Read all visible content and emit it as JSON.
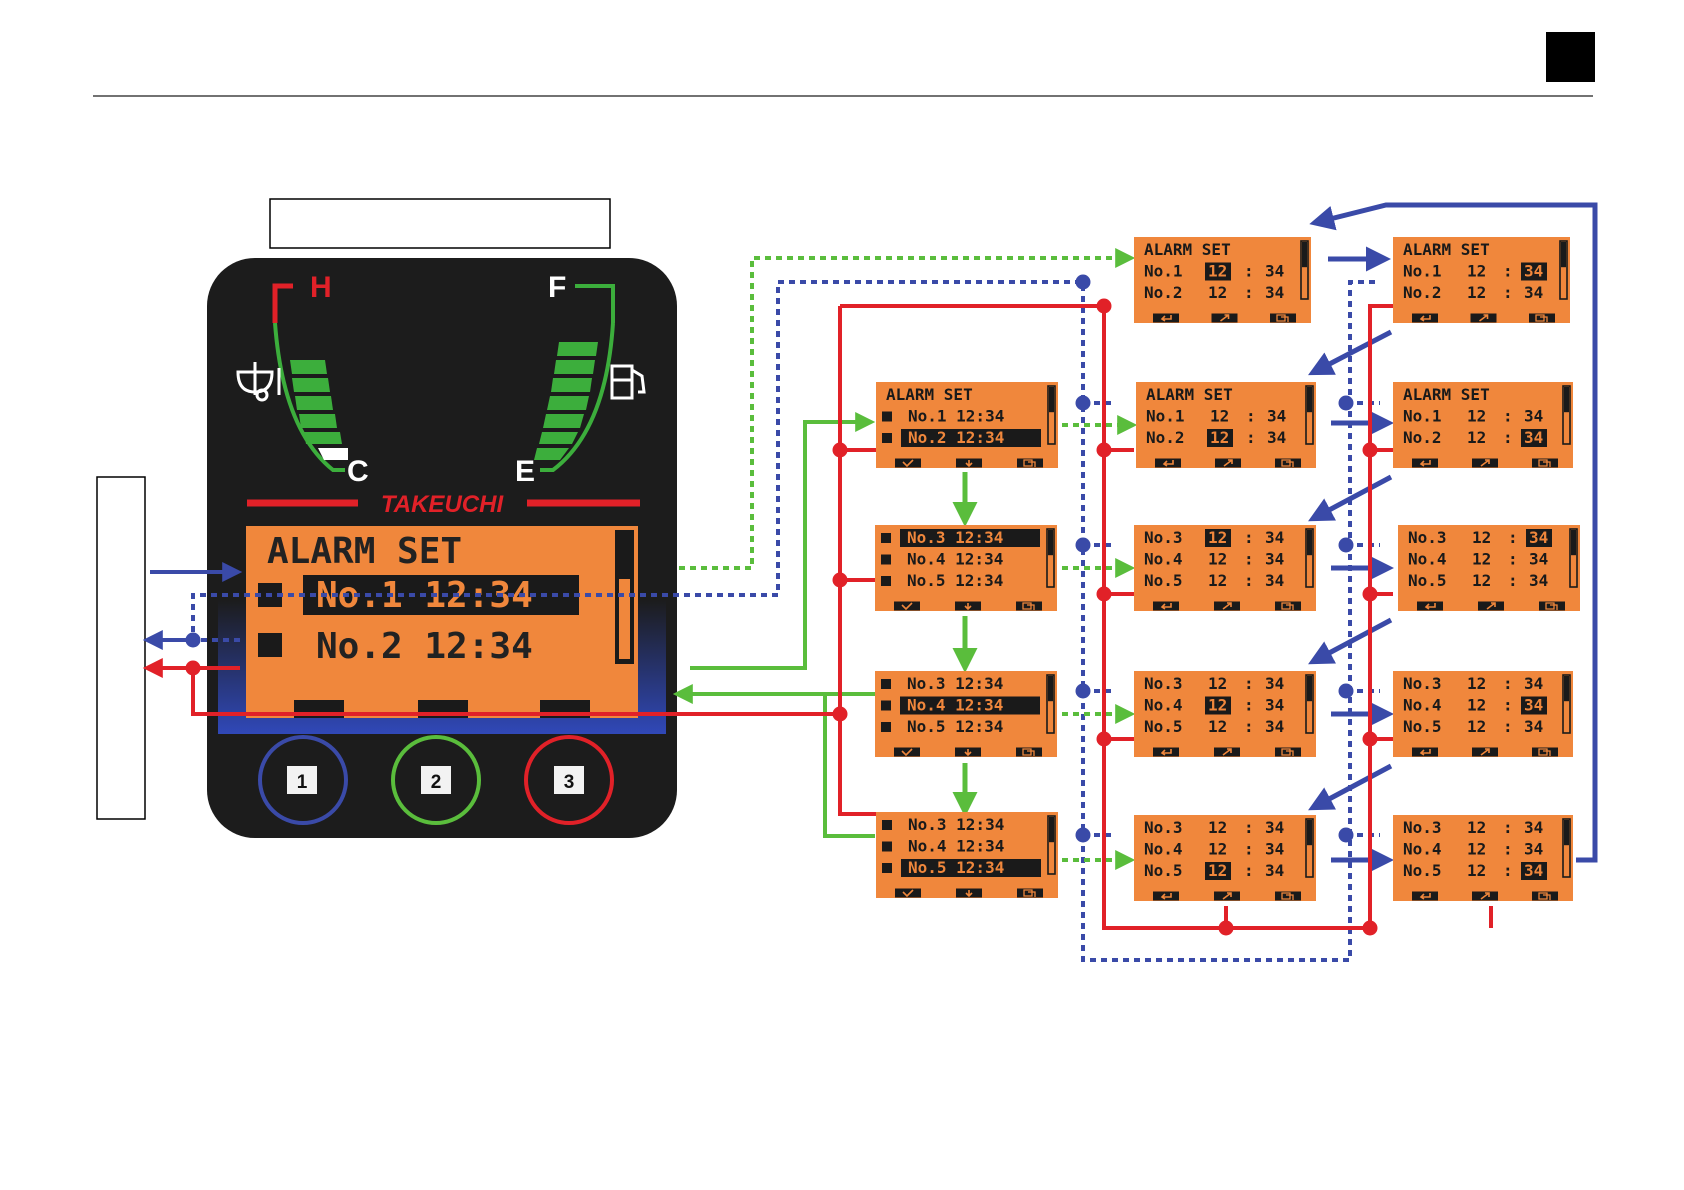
{
  "page": {
    "section_tab": "",
    "header_caption": "",
    "side_caption": ""
  },
  "colors": {
    "orange": "#f0873c",
    "panel_dark": "#1c1c1c",
    "red": "#e12128",
    "green": "#5abd3c",
    "blue": "#3a4aa8",
    "gauge_green": "#3cae3c"
  },
  "monitor": {
    "temp_high": "H",
    "temp_low": "C",
    "fuel_full": "F",
    "fuel_empty": "E",
    "brand": "TAKEUCHI",
    "lcd": {
      "title": "ALARM SET",
      "rows": [
        {
          "label": "No.1 12:34",
          "selected": true
        },
        {
          "label": "No.2 12:34",
          "selected": false
        }
      ]
    },
    "buttons": [
      {
        "number": "1",
        "color": "blue"
      },
      {
        "number": "2",
        "color": "green"
      },
      {
        "number": "3",
        "color": "red"
      }
    ]
  },
  "screens": [
    {
      "id": "a1",
      "title": "ALARM SET",
      "rows": [
        [
          "No.1",
          "12",
          ":",
          "34"
        ],
        [
          "No.2",
          "12",
          ":",
          "34"
        ]
      ],
      "hl": [
        0,
        1
      ],
      "icons": [
        "return-icon",
        "edit-icon",
        "menu-icon"
      ]
    },
    {
      "id": "a2",
      "title": "ALARM SET",
      "rows": [
        [
          "No.1",
          "12",
          ":",
          "34"
        ],
        [
          "No.2",
          "12",
          ":",
          "34"
        ]
      ],
      "hl": [
        0,
        3
      ],
      "icons": [
        "return-icon",
        "edit-icon",
        "menu-icon"
      ]
    },
    {
      "id": "l1",
      "title": "ALARM SET",
      "list": [
        "No.1 12:34",
        "No.2 12:34"
      ],
      "hl": 1,
      "icons": [
        "check-icon",
        "down-icon",
        "menu-icon"
      ]
    },
    {
      "id": "b1",
      "title": "ALARM SET",
      "rows": [
        [
          "No.1",
          "12",
          ":",
          "34"
        ],
        [
          "No.2",
          "12",
          ":",
          "34"
        ]
      ],
      "hl": [
        1,
        1
      ],
      "icons": [
        "return-icon",
        "edit-icon",
        "menu-icon"
      ]
    },
    {
      "id": "b2",
      "title": "ALARM SET",
      "rows": [
        [
          "No.1",
          "12",
          ":",
          "34"
        ],
        [
          "No.2",
          "12",
          ":",
          "34"
        ]
      ],
      "hl": [
        1,
        3
      ],
      "icons": [
        "return-icon",
        "edit-icon",
        "menu-icon"
      ]
    },
    {
      "id": "l2",
      "list": [
        "No.3 12:34",
        "No.4 12:34",
        "No.5 12:34"
      ],
      "hl": 0,
      "icons": [
        "check-icon",
        "down-icon",
        "menu-icon"
      ]
    },
    {
      "id": "c1",
      "rows": [
        [
          "No.3",
          "12",
          ":",
          "34"
        ],
        [
          "No.4",
          "12",
          ":",
          "34"
        ],
        [
          "No.5",
          "12",
          ":",
          "34"
        ]
      ],
      "hl": [
        0,
        1
      ],
      "icons": [
        "return-icon",
        "edit-icon",
        "menu-icon"
      ]
    },
    {
      "id": "c2",
      "rows": [
        [
          "No.3",
          "12",
          ":",
          "34"
        ],
        [
          "No.4",
          "12",
          ":",
          "34"
        ],
        [
          "No.5",
          "12",
          ":",
          "34"
        ]
      ],
      "hl": [
        0,
        3
      ],
      "icons": [
        "return-icon",
        "edit-icon",
        "menu-icon"
      ]
    },
    {
      "id": "l3",
      "list": [
        "No.3 12:34",
        "No.4 12:34",
        "No.5 12:34"
      ],
      "hl": 1,
      "icons": [
        "check-icon",
        "down-icon",
        "menu-icon"
      ]
    },
    {
      "id": "d1",
      "rows": [
        [
          "No.3",
          "12",
          ":",
          "34"
        ],
        [
          "No.4",
          "12",
          ":",
          "34"
        ],
        [
          "No.5",
          "12",
          ":",
          "34"
        ]
      ],
      "hl": [
        1,
        1
      ],
      "icons": [
        "return-icon",
        "edit-icon",
        "menu-icon"
      ]
    },
    {
      "id": "d2",
      "rows": [
        [
          "No.3",
          "12",
          ":",
          "34"
        ],
        [
          "No.4",
          "12",
          ":",
          "34"
        ],
        [
          "No.5",
          "12",
          ":",
          "34"
        ]
      ],
      "hl": [
        1,
        3
      ],
      "icons": [
        "return-icon",
        "edit-icon",
        "menu-icon"
      ]
    },
    {
      "id": "l4",
      "list": [
        "No.3 12:34",
        "No.4 12:34",
        "No.5 12:34"
      ],
      "hl": 2,
      "icons": [
        "check-icon",
        "down-icon",
        "menu-icon"
      ]
    },
    {
      "id": "e1",
      "rows": [
        [
          "No.3",
          "12",
          ":",
          "34"
        ],
        [
          "No.4",
          "12",
          ":",
          "34"
        ],
        [
          "No.5",
          "12",
          ":",
          "34"
        ]
      ],
      "hl": [
        2,
        1
      ],
      "icons": [
        "return-icon",
        "edit-icon",
        "menu-icon"
      ]
    },
    {
      "id": "e2",
      "rows": [
        [
          "No.3",
          "12",
          ":",
          "34"
        ],
        [
          "No.4",
          "12",
          ":",
          "34"
        ],
        [
          "No.5",
          "12",
          ":",
          "34"
        ]
      ],
      "hl": [
        2,
        3
      ],
      "icons": [
        "return-icon",
        "edit-icon",
        "menu-icon"
      ]
    }
  ]
}
